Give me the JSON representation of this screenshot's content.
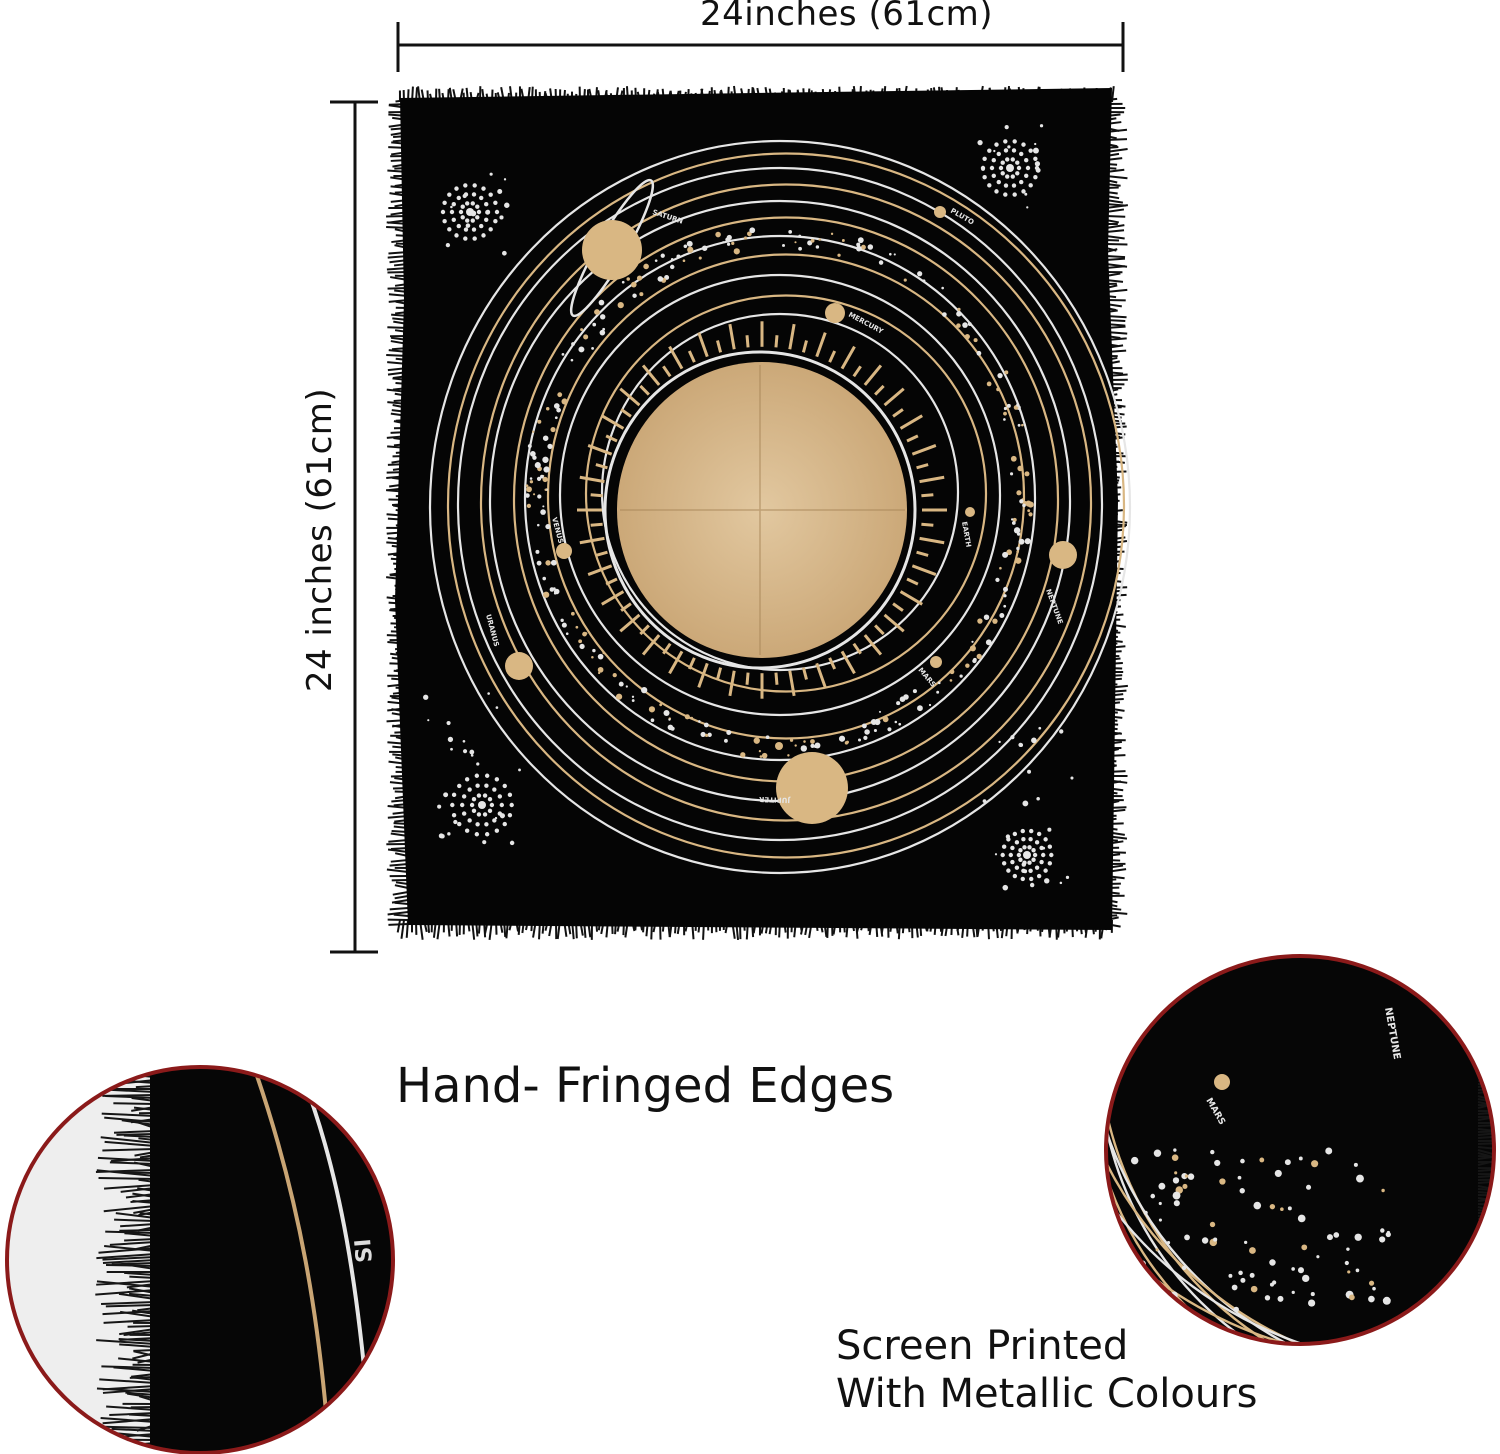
{
  "dimensions": {
    "width_label": "24inches (61cm)",
    "height_label": "24 inches (61cm)"
  },
  "cloth": {
    "fabric_color": "#050505",
    "gold": "#d9b783",
    "silver": "#e6e6e6",
    "planets": [
      "SATURN",
      "PLUTO",
      "MERCURY",
      "VENUS",
      "EARTH",
      "NEPTUNE",
      "URANUS",
      "MARS",
      "JUPITER"
    ]
  },
  "zoom_left": {
    "label_fragment": "SI"
  },
  "zoom_right": {
    "labels": [
      "NEPTUNE",
      "MARS"
    ]
  },
  "captions": {
    "fringe": "Hand- Fringed Edges",
    "print_line1": "Screen Printed",
    "print_line2": "With Metallic Colours"
  },
  "accent": {
    "border_red": "#8b1a1a"
  }
}
